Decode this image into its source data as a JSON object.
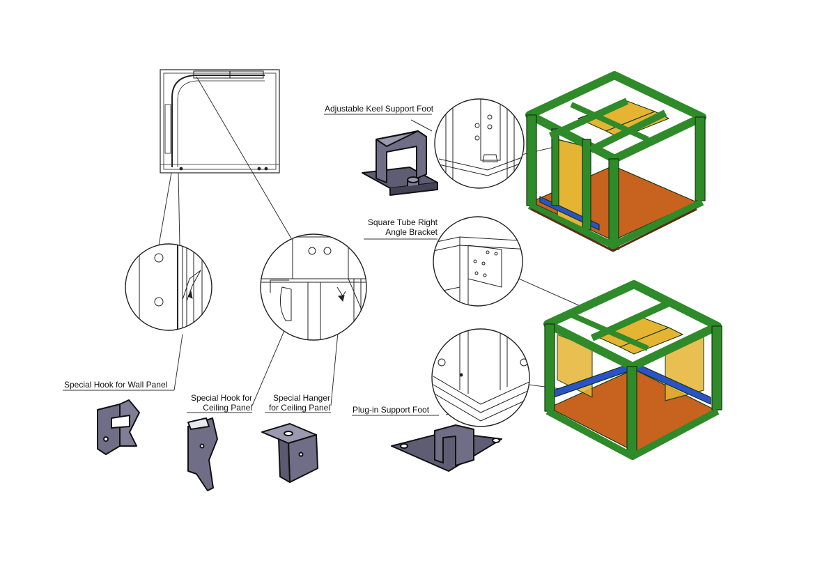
{
  "labels": {
    "keel_foot": "Adjustable Keel Support Foot",
    "square_bracket_1": "Square Tube Right",
    "square_bracket_2": "Angle Bracket",
    "wall_hook": "Special Hook for Wall Panel",
    "ceiling_hook_1": "Special Hook for",
    "ceiling_hook_2": "Ceiling Panel",
    "ceiling_hanger_1": "Special Hanger",
    "ceiling_hanger_2": "for Ceiling Panel",
    "plugin_foot": "Plug-in Support Foot"
  },
  "colors": {
    "frame_green": "#2f8a2a",
    "frame_green_dark": "#1f5e1c",
    "floor_orange": "#c7621f",
    "panel_yellow": "#e6b433",
    "blue_strip": "#2a52c9",
    "part_gray": "#6f6e86",
    "line": "#111111"
  }
}
